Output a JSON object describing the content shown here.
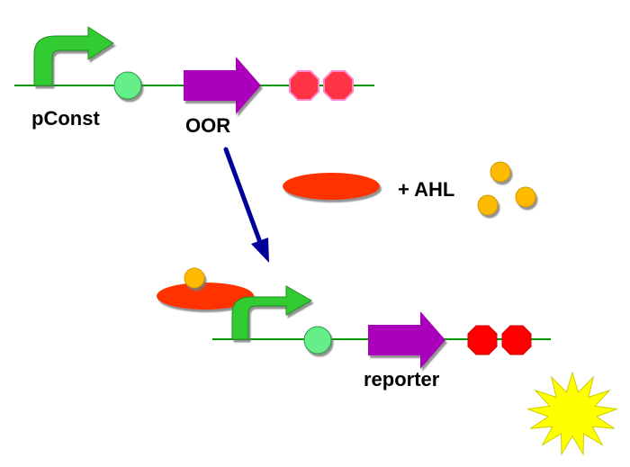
{
  "labels": {
    "promoter": "pConst",
    "gene": "OOR",
    "inducer": "+ AHL",
    "output": "reporter"
  },
  "colors": {
    "promoter": "#33cc33",
    "promoter_edge": "#1e8f1e",
    "rbs": "#66ee88",
    "rbs_edge": "#2a9a4a",
    "cds": "#aa00bb",
    "terminator_top": "#ff3344",
    "terminator_top_edge": "#ff88cc",
    "terminator_bottom": "#ff0000",
    "terminator_bottom_edge": "#cc0000",
    "protein": "#ff3300",
    "ahl": "#ffbb00",
    "ahl_edge": "#cc9900",
    "arrow": "#000099",
    "dna": "#009900",
    "light": "#ffff00",
    "light_edge": "#cccc00"
  },
  "icons": {
    "promoter": "bent-arrow",
    "rbs": "circle",
    "cds": "block-arrow",
    "terminator": "octagon",
    "protein": "ellipse",
    "ahl": "small-circle",
    "light": "starburst"
  }
}
